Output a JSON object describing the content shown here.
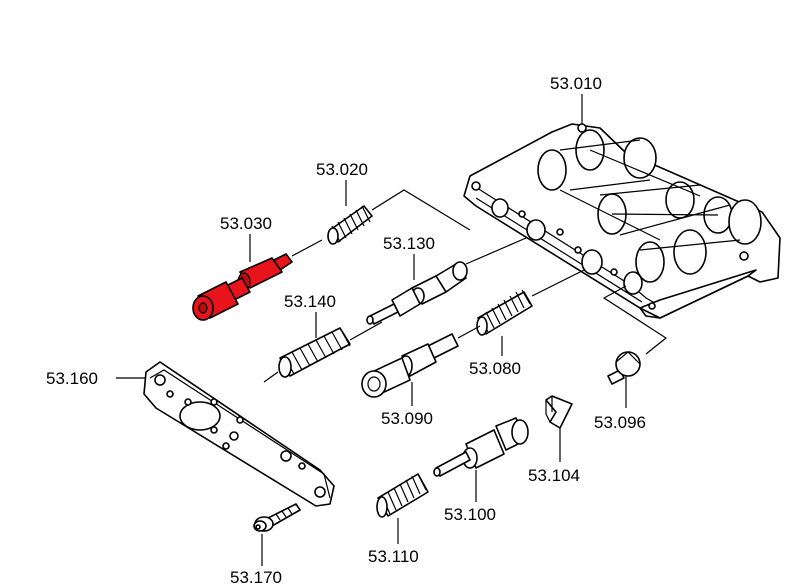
{
  "diagram": {
    "highlight_color": "#e8141c",
    "labels": {
      "p53010": "53.010",
      "p53020": "53.020",
      "p53030": "53.030",
      "p53130": "53.130",
      "p53140": "53.140",
      "p53160": "53.160",
      "p53080": "53.080",
      "p53090": "53.090",
      "p53096": "53.096",
      "p53104": "53.104",
      "p53100": "53.100",
      "p53110": "53.110",
      "p53170": "53.170"
    }
  }
}
